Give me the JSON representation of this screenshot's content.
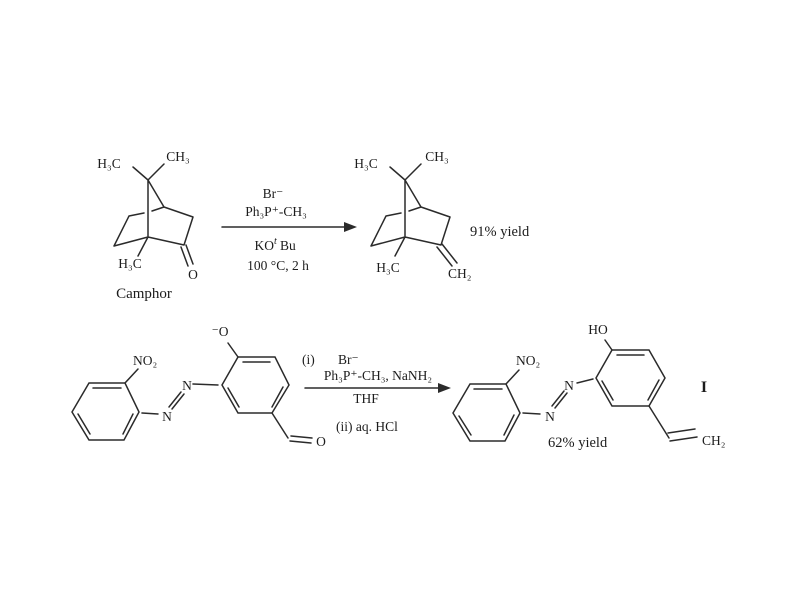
{
  "colors": {
    "background": "#ffffff",
    "ink": "#2b2b2b",
    "text": "#1c1c1c"
  },
  "top_reaction": {
    "camphor": {
      "methyl_top_left": "H₃C",
      "methyl_top_right": "CH₃",
      "methyl_bottom": "H₃C",
      "carbonyl_o": "O",
      "name": "Camphor"
    },
    "conditions": {
      "salt": "Br⁻",
      "ylide": "Ph₃P⁺-CH₃",
      "base_pre": "KO",
      "base_sup": "t",
      "base_post": "Bu",
      "temp_time": "100 °C, 2 h"
    },
    "product": {
      "methyl_top_left": "H₃C",
      "methyl_top_right": "CH₃",
      "methyl_bottom": "H₃C",
      "methylene": "CH₂",
      "yield": "91% yield"
    }
  },
  "bottom_reaction": {
    "reactant": {
      "nitro": "NO₂",
      "azo_n_upper": "N",
      "azo_n_lower": "N",
      "phenolate_o": "⁻O",
      "aldehyde_o": "O"
    },
    "conditions": {
      "step1_label": "(i)",
      "step1_salt": "Br⁻",
      "step1_reagents": "Ph₃P⁺-CH₃,  NaNH₂",
      "solvent": "THF",
      "step2": "(ii) aq. HCl"
    },
    "product": {
      "nitro": "NO₂",
      "azo_n_upper": "N",
      "azo_n_lower": "N",
      "hydroxyl": "HO",
      "vinyl_ch2": "CH₂",
      "yield": "62% yield",
      "compound_label": "I"
    }
  }
}
